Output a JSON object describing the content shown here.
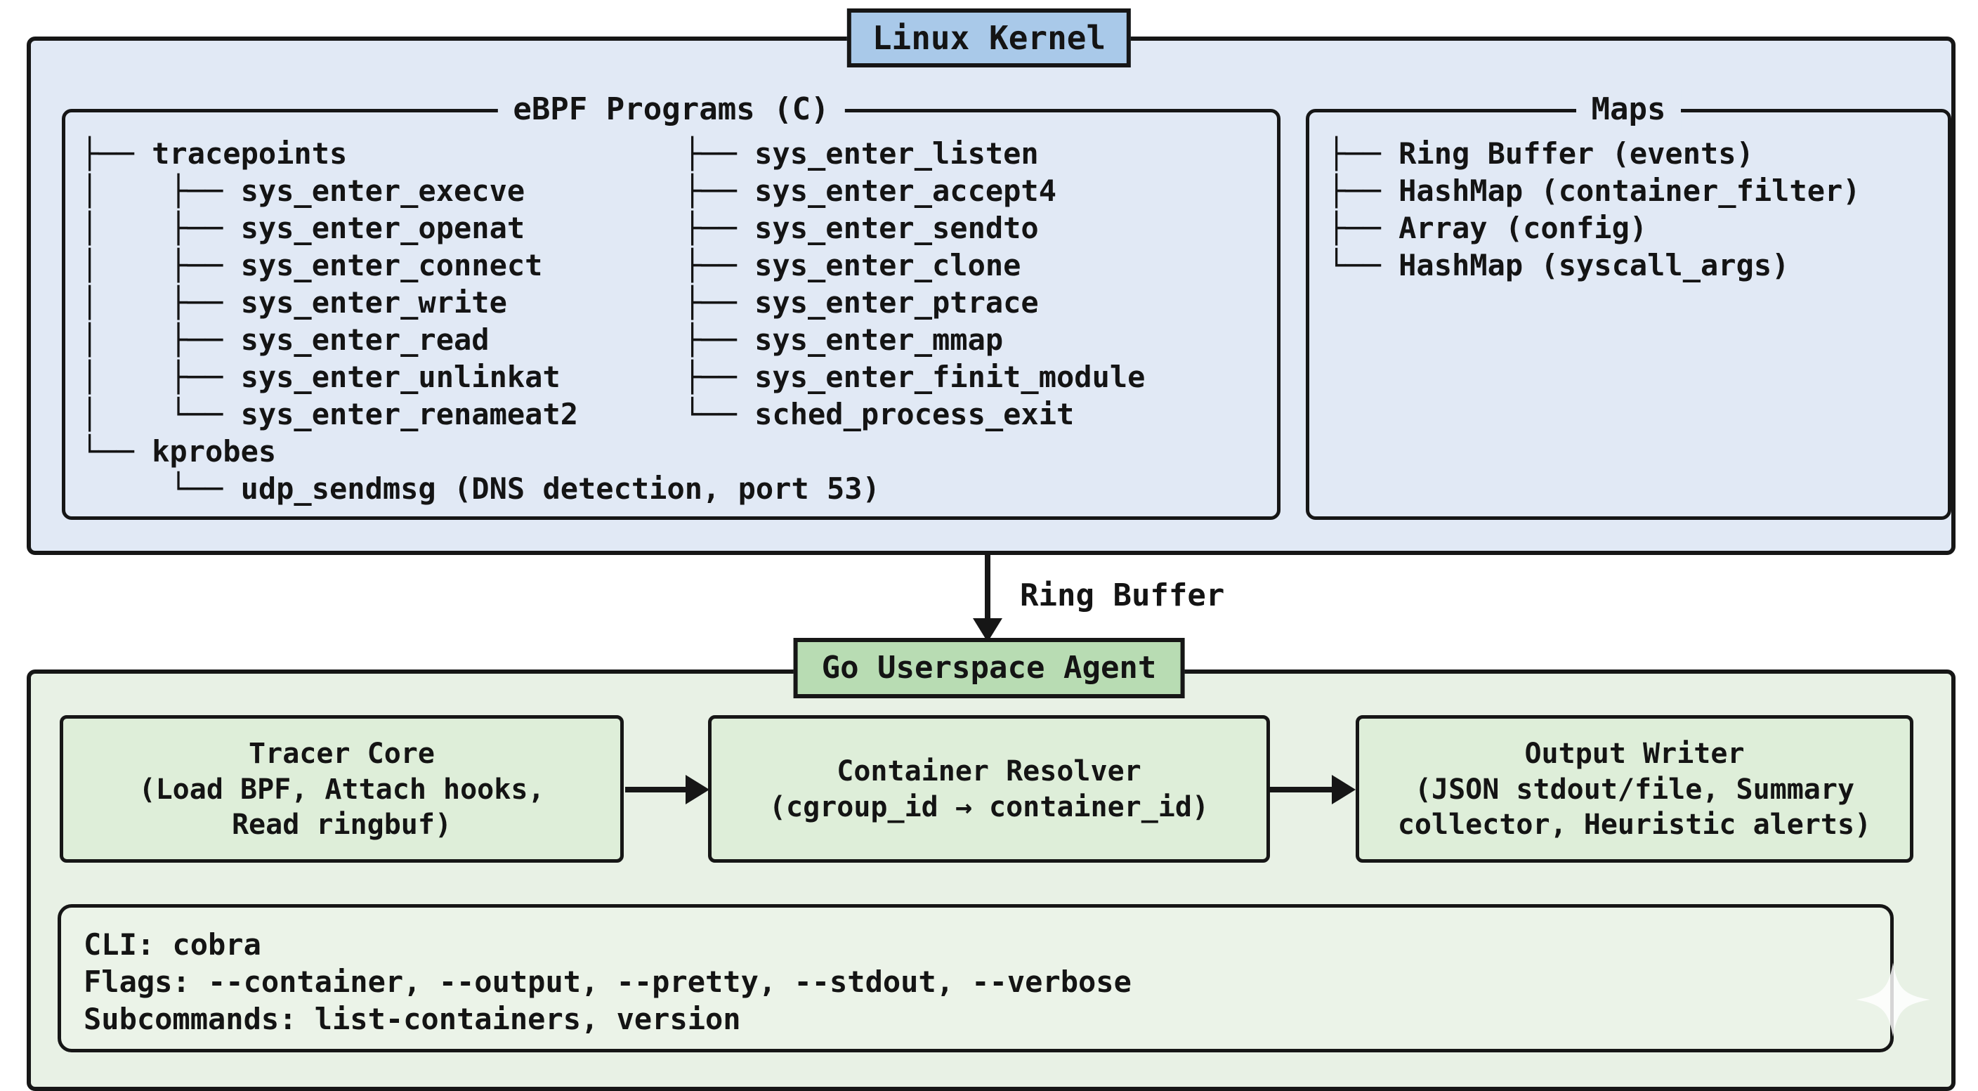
{
  "kernel": {
    "title": "Linux Kernel",
    "ebpf_programs": {
      "title": "eBPF Programs (C)",
      "tree_left": [
        "├── tracepoints",
        "│    ├── sys_enter_execve",
        "│    ├── sys_enter_openat",
        "│    ├── sys_enter_connect",
        "│    ├── sys_enter_write",
        "│    ├── sys_enter_read",
        "│    ├── sys_enter_unlinkat",
        "│    └── sys_enter_renameat2",
        "└── kprobes",
        "     └── udp_sendmsg (DNS detection, port 53)"
      ],
      "tree_right": [
        "├── sys_enter_listen",
        "├── sys_enter_accept4",
        "├── sys_enter_sendto",
        "├── sys_enter_clone",
        "├── sys_enter_ptrace",
        "├── sys_enter_mmap",
        "├── sys_enter_finit_module",
        "└── sched_process_exit"
      ]
    },
    "maps": {
      "title": "Maps",
      "tree": [
        "├── Ring Buffer (events)",
        "├── HashMap (container_filter)",
        "├── Array (config)",
        "└── HashMap (syscall_args)"
      ]
    }
  },
  "flow_arrow": {
    "label": "Ring Buffer"
  },
  "agent": {
    "title": "Go Userspace Agent",
    "components": [
      {
        "title": "Tracer Core",
        "lines": [
          "(Load BPF, Attach hooks,",
          "Read ringbuf)"
        ]
      },
      {
        "title": "Container Resolver",
        "lines": [
          "(cgroup_id → container_id)"
        ]
      },
      {
        "title": "Output Writer",
        "lines": [
          "(JSON stdout/file, Summary",
          "collector, Heuristic alerts)"
        ]
      }
    ],
    "cli_panel": {
      "lines": [
        "CLI: cobra",
        "Flags: --container, --output, --pretty, --stdout, --verbose",
        "Subcommands: list-containers, version"
      ]
    }
  },
  "colors": {
    "kernel_fill": "#e1e9f5",
    "kernel_badge": "#a9c9e9",
    "agent_fill": "#e8f1e5",
    "agent_badge": "#b8dcb3",
    "component_fill": "#deeed9",
    "cli_fill": "#ebf3e8",
    "border": "#161616",
    "text": "#141414"
  },
  "decorations": {
    "sparkle_icon": "four-pointed-star"
  }
}
